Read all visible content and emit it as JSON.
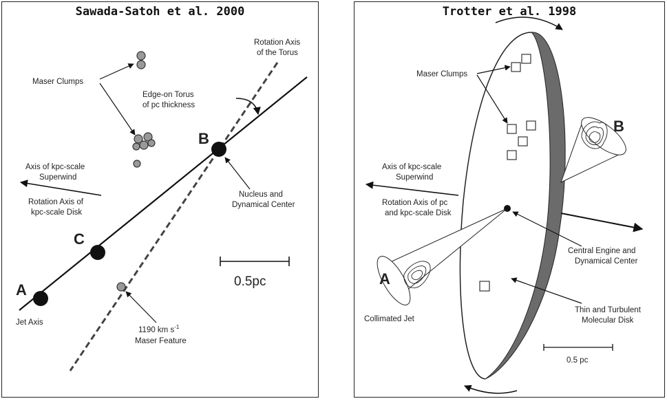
{
  "left": {
    "title": "Sawada-Satoh et al. 2000",
    "labels": {
      "rot_axis_torus_1": "Rotation Axis",
      "rot_axis_torus_2": "of the Torus",
      "maser_clumps": "Maser Clumps",
      "torus_1": "Edge-on Torus",
      "torus_2": "of pc thickness",
      "superwind_1": "Axis of kpc-scale",
      "superwind_2": "Superwind",
      "rot_disk_1": "Rotation Axis of",
      "rot_disk_2": "kpc-scale Disk",
      "nucleus_1": "Nucleus and",
      "nucleus_2": "Dynamical Center",
      "jet_axis": "Jet Axis",
      "maser_feature_1": "1190 km s",
      "maser_feature_sup": "-1",
      "maser_feature_2": "Maser Feature",
      "scale": "0.5pc",
      "comp_a": "A",
      "comp_b": "B",
      "comp_c": "C"
    }
  },
  "right": {
    "title": "Trotter et al. 1998",
    "labels": {
      "maser_clumps": "Maser Clumps",
      "superwind_1": "Axis of kpc-scale",
      "superwind_2": "Superwind",
      "rot_disk_1": "Rotation Axis of pc",
      "rot_disk_2": "and kpc-scale Disk",
      "engine_1": "Central Engine and",
      "engine_2": "Dynamical Center",
      "molecular_1": "Thin and Turbulent",
      "molecular_2": "Molecular Disk",
      "collimated_jet": "Collimated Jet",
      "scale": "0.5 pc",
      "comp_a": "A",
      "comp_b": "B"
    }
  },
  "colors": {
    "ink": "#111111",
    "disk_rim": "#6b6b6b",
    "clump": "#888888"
  }
}
